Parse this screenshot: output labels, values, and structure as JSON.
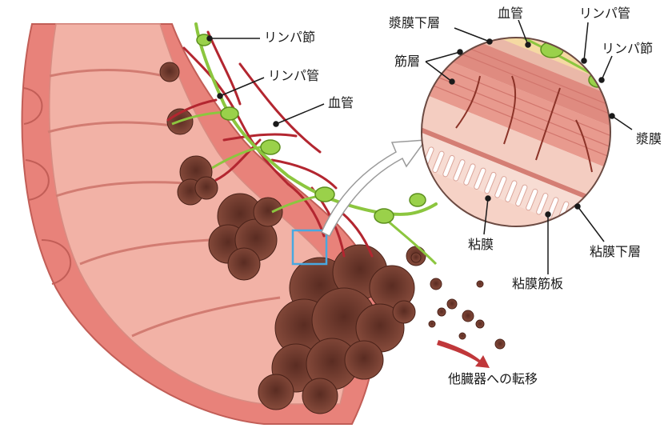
{
  "labels": {
    "lymph_node_left": "リンパ節",
    "lymph_vessel_left": "リンパ管",
    "blood_vessel_left": "血管",
    "subserosa": "漿膜下層",
    "muscle_layer": "筋層",
    "blood_vessel_right": "血管",
    "lymph_vessel_right": "リンパ管",
    "lymph_node_right": "リンパ節",
    "serosa": "漿膜",
    "mucosa": "粘膜",
    "muscularis_mucosae": "粘膜筋板",
    "submucosa": "粘膜下層",
    "metastasis": "他臓器への転移"
  },
  "colors": {
    "intestine_wall": "#e8827a",
    "intestine_inner": "#f2b2a6",
    "tumor": "#7a4334",
    "lymph": "#8cc63f",
    "blood_vessel": "#b32630",
    "highlight_box": "#49a8e0",
    "arrow_metastasis": "#c0373a"
  }
}
